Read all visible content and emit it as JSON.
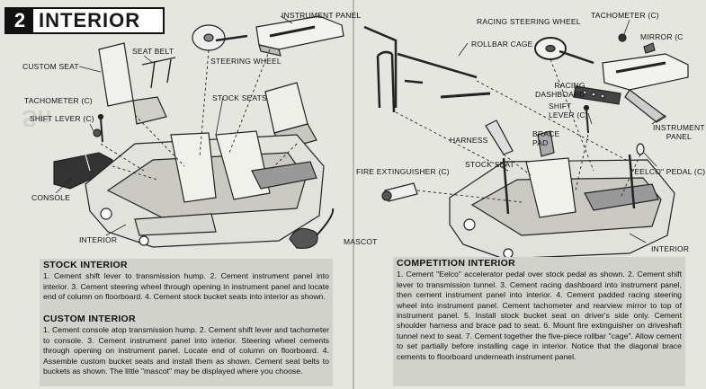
{
  "header": {
    "number": "2",
    "title": "INTERIOR"
  },
  "labels": {
    "instrument_panel": "INSTRUMENT PANEL",
    "seat_belt": "SEAT BELT",
    "steering_wheel": "STEERING WHEEL",
    "custom_seat": "CUSTOM SEAT",
    "tachometer": "TACHOMETER (C)",
    "stock_seats": "STOCK SEATS",
    "shift_lever": "SHIFT LEVER (C)",
    "console": "CONSOLE",
    "interior_left": "INTERIOR",
    "mascot": "MASCOT",
    "racing_steering_wheel": "RACING STEERING WHEEL",
    "tachometer_right": "TACHOMETER (C)",
    "mirror": "MIRROR (C",
    "rollbar_cage": "ROLLBAR CAGE",
    "racing_dashboard": "RACING\nDASHBOARD",
    "shift_lever_right": "SHIFT\nLEVER (C)",
    "brace_pad": "BRACE\nPAD",
    "harness": "HARNESS",
    "instrument_panel_right": "INSTRUMENT\nPANEL",
    "stock_seat": "STOCK SEAT",
    "fire_extinguisher": "FIRE EXTINGUISHER (C)",
    "eelco_pedal": "\"EELCO\" PEDAL (C)",
    "interior_right": "INTERIOR"
  },
  "stock": {
    "heading": "STOCK INTERIOR",
    "text": "1. Cement shift lever to transmission hump. 2. Cement instrument panel into interior. 3. Cement steering wheel through opening in instrument panel and locate end of column on floorboard. 4. Cement stock bucket seats into interior as shown."
  },
  "custom": {
    "heading": "CUSTOM INTERIOR",
    "text": "1. Cement console atop transmission hump. 2. Cement shift lever and tachometer to console. 3. Cement instrument panel into interior. Steering wheel cements through opening on instrument panel. Locate end of column on floorboard. 4. Assemble custom bucket seats and install them as shown. Cement seat belts to buckets as shown. The little \"mascot\" may be displayed where you choose."
  },
  "competition": {
    "heading": "COMPETITION INTERIOR",
    "text": "1. Cement \"Eelco\" accelerator pedal over stock pedal as shown. 2. Cement shift lever to transmission tunnel. 3. Cement racing dashboard into instrument panel, then cement instrument panel into interior. 4. Cement padded racing steering wheel into instrument panel. Cement tachometer and rearview mirror to top of instrument panel. 5. Install stock bucket seat on driver's side only. Cement shoulder harness and brace pad to seat. 6. Mount fire extinguisher on driveshaft tunnel next to seat. 7. Cement together the five-piece rollbar \"cage\". Allow cement to set partially before installing cage in interior. Notice that the diagonal brace cements to floorboard underneath instrument panel."
  }
}
